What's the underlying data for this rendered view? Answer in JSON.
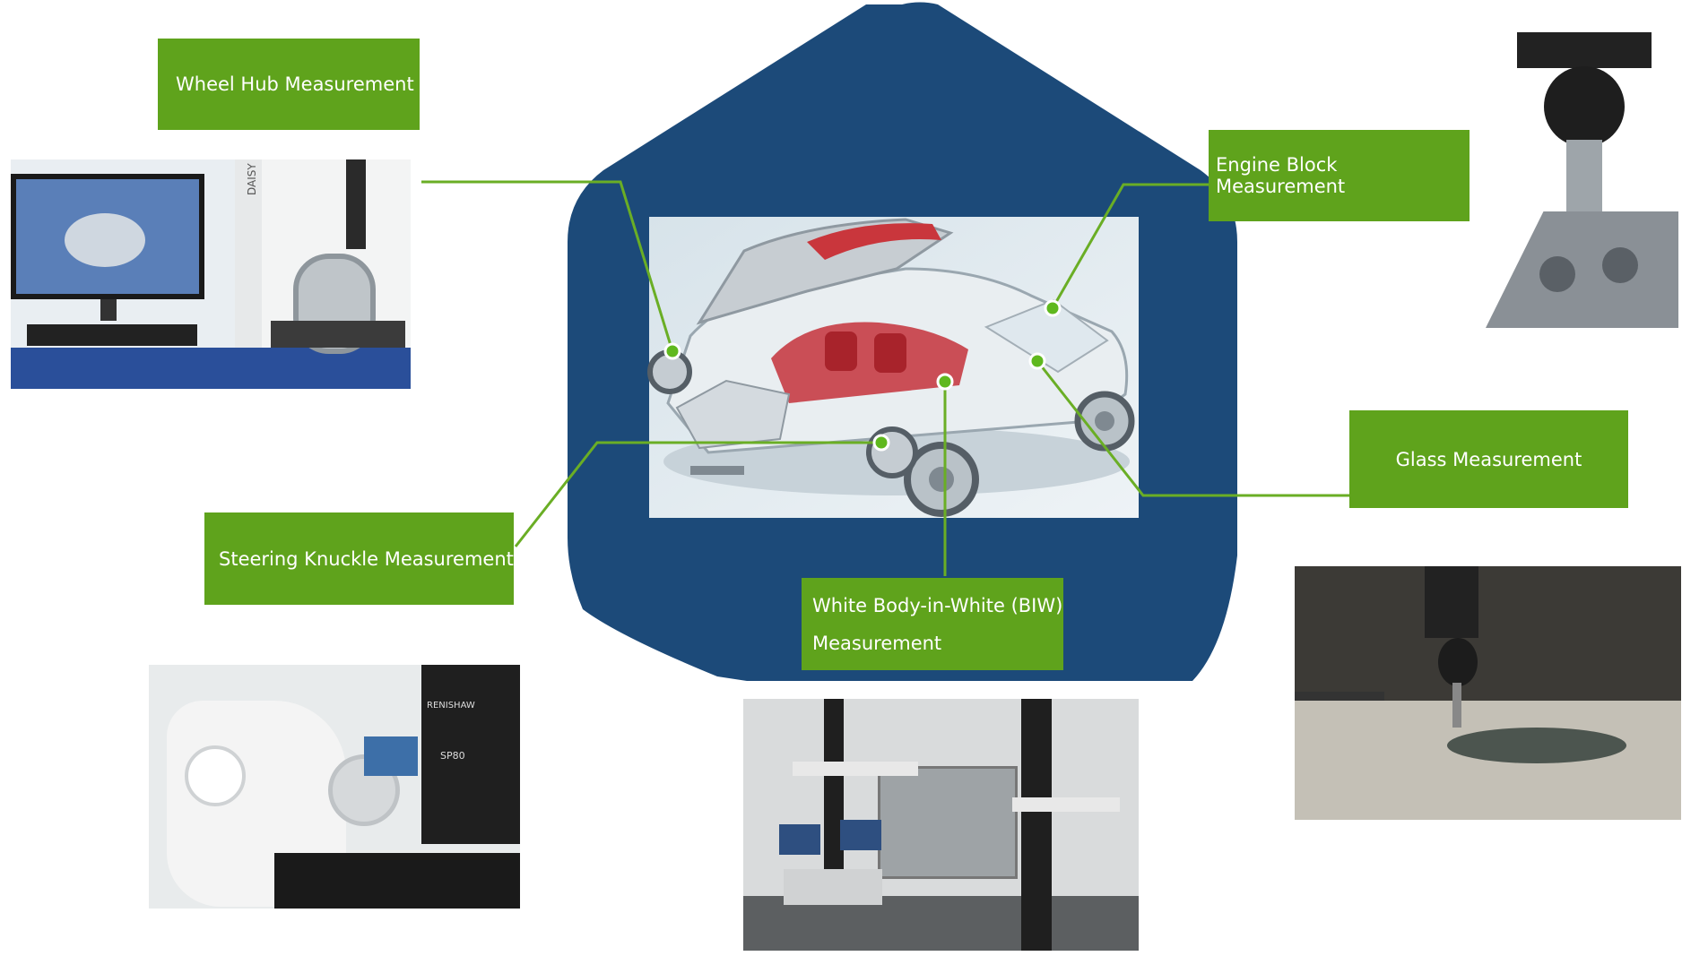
{
  "labels": {
    "wheel_hub": "Wheel Hub Measurement",
    "engine_block": "Engine Block Measurement",
    "glass": "Glass Measurement",
    "steering_knuckle": "Steering Knuckle Measurement",
    "biw_line1": "White Body-in-White (BIW)",
    "biw_line2": "Measurement"
  },
  "photo_text": {
    "daisy": "DAISY",
    "renishaw_knuckle": "RENISHAW",
    "sp80": "SP80"
  },
  "colors": {
    "hexagon": "#1c4a79",
    "label_bg": "#5fa31c",
    "connector": "#6aae25"
  }
}
